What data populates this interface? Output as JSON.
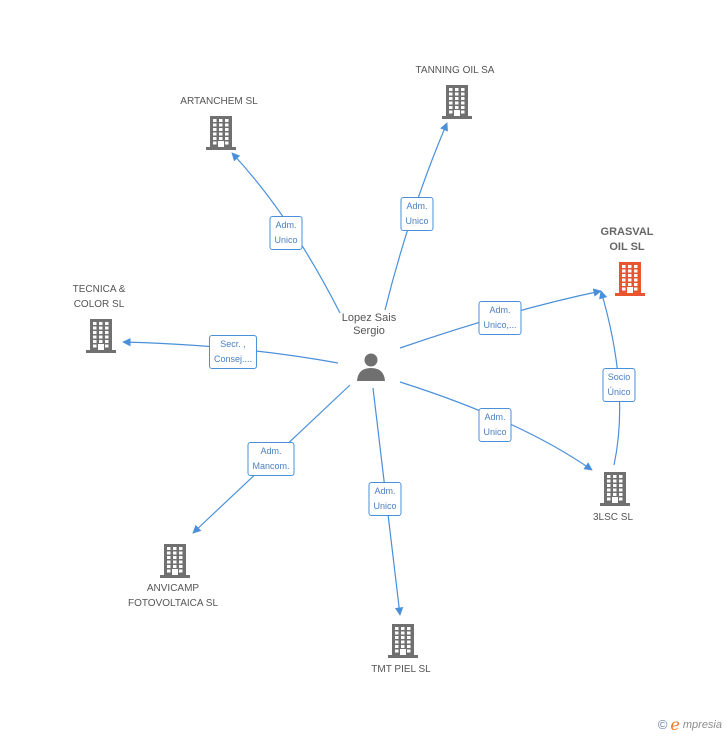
{
  "center": {
    "name": "Lopez Sais\nSergio",
    "icon": "person-icon"
  },
  "companies": [
    {
      "id": "artanchem",
      "name": "ARTANCHEM  SL",
      "color": "#707070",
      "focus": false
    },
    {
      "id": "tanning",
      "name": "TANNING OIL SA",
      "color": "#707070",
      "focus": false
    },
    {
      "id": "grasval",
      "name": "GRASVAL\nOIL SL",
      "color": "#e8552f",
      "focus": true
    },
    {
      "id": "tecnica",
      "name": "TECNICA &\nCOLOR SL",
      "color": "#707070",
      "focus": false
    },
    {
      "id": "3lsc",
      "name": "3LSC SL",
      "color": "#707070",
      "focus": false
    },
    {
      "id": "anvicamp",
      "name": "ANVICAMP\nFOTOVOLTAICA SL",
      "color": "#707070",
      "focus": false
    },
    {
      "id": "tmt",
      "name": "TMT PIEL SL",
      "color": "#707070",
      "focus": false
    }
  ],
  "relations": [
    {
      "to": "artanchem",
      "label": "Adm.\nUnico"
    },
    {
      "to": "tanning",
      "label": "Adm.\nUnico"
    },
    {
      "to": "grasval",
      "label": "Adm.\nUnico,..."
    },
    {
      "to": "tecnica",
      "label": "Secr. ,\nConsej...."
    },
    {
      "to": "3lsc",
      "label": "Adm.\nUnico"
    },
    {
      "to": "anvicamp",
      "label": "Adm.\nMancom."
    },
    {
      "to": "tmt",
      "label": "Adm.\nUnico"
    },
    {
      "from": "3lsc",
      "to": "grasval",
      "label": "Socio\nÚnico"
    }
  ],
  "footer": {
    "copyright": "©",
    "brand_initial": "e",
    "brand": "mpresia"
  },
  "colors": {
    "edge": "#4a90d9",
    "building": "#707070",
    "focus_building": "#e8552f",
    "person": "#707070"
  }
}
